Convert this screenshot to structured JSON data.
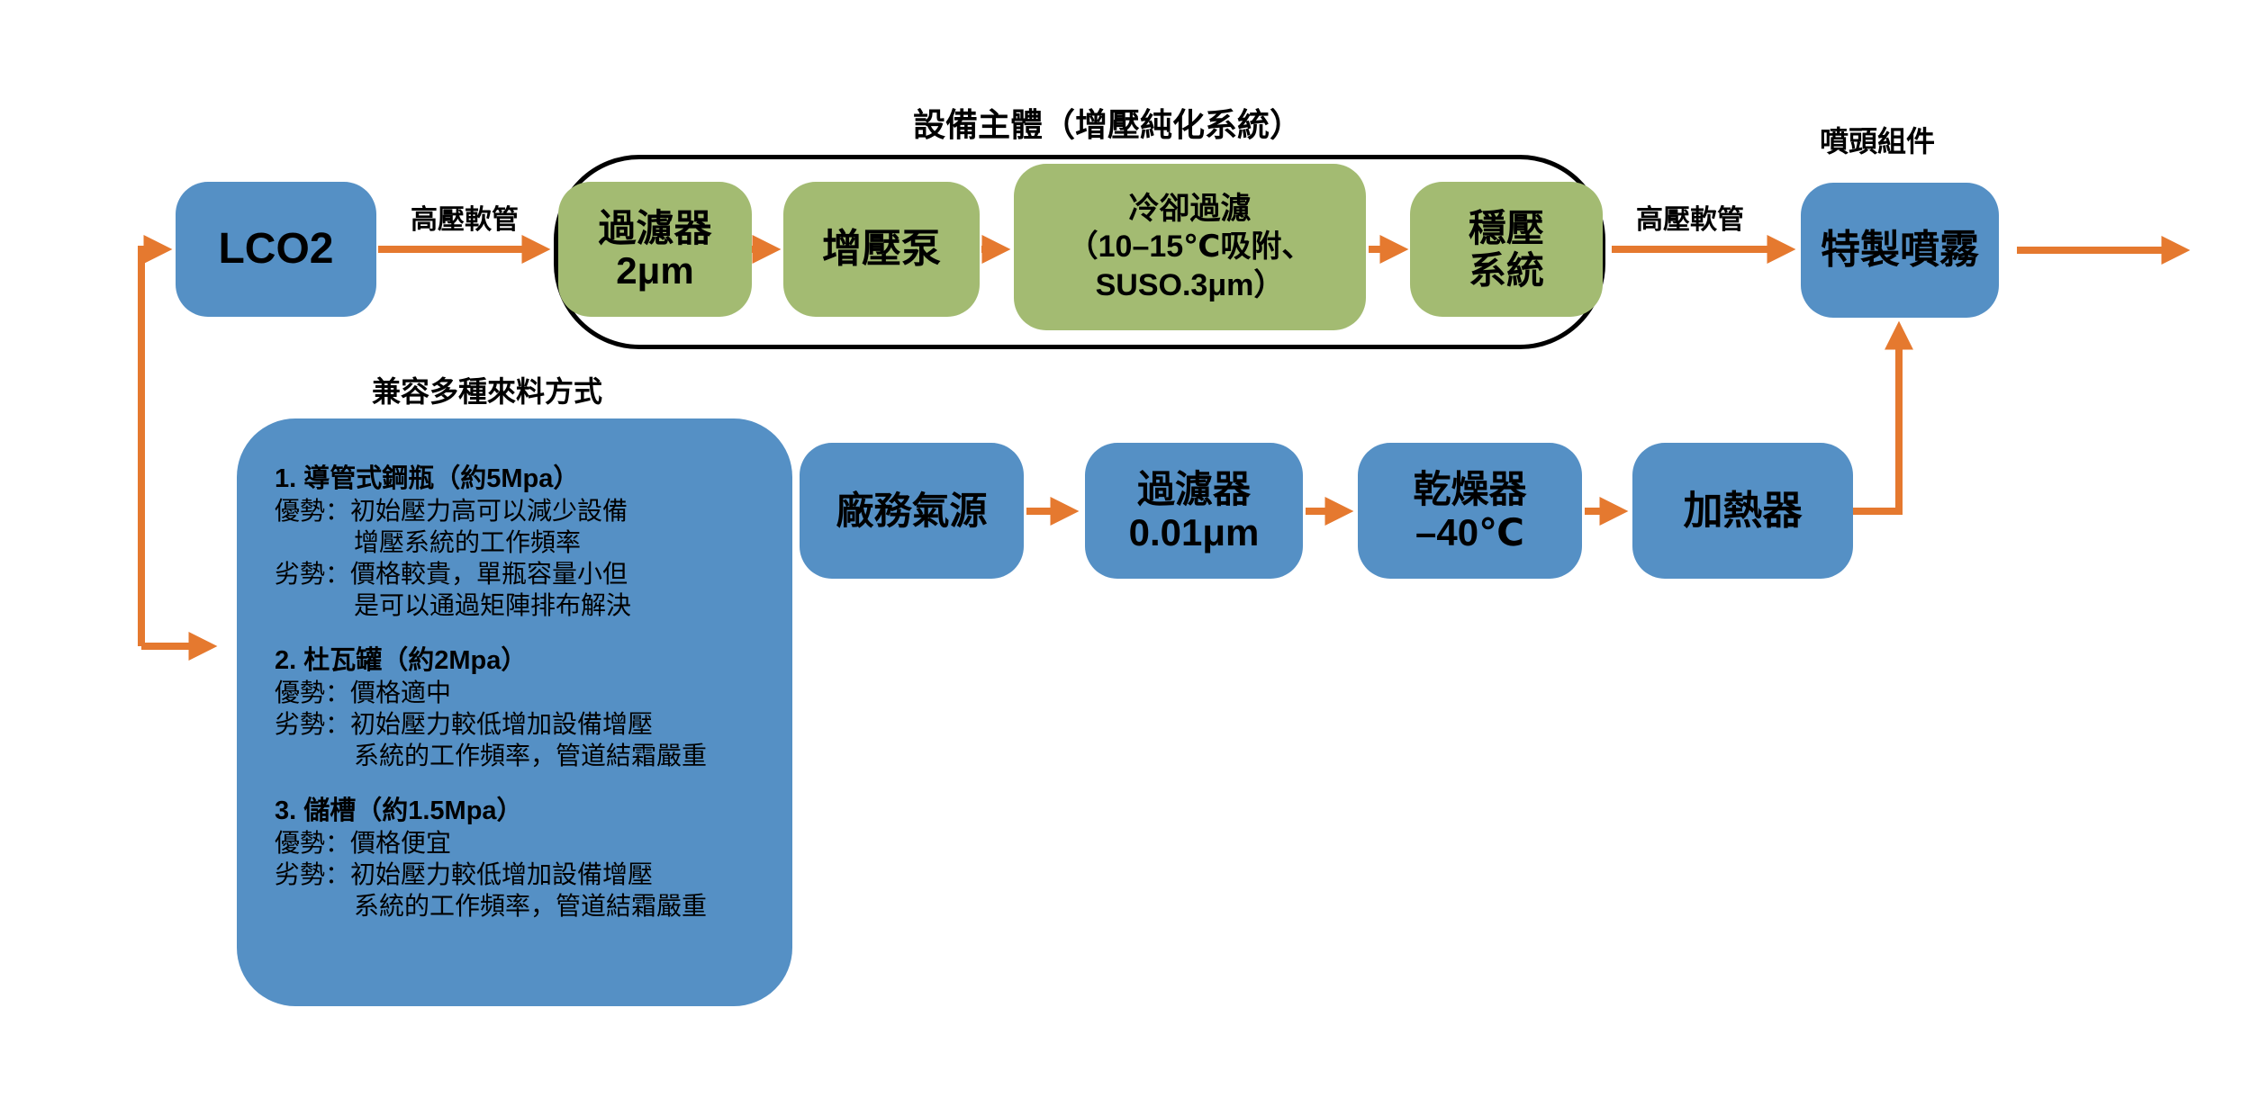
{
  "colors": {
    "blue_box": "#5590C5",
    "green_box": "#A3BB72",
    "arrow_orange": "#E5792F",
    "text": "#000000",
    "background": "#FFFFFF"
  },
  "flow": {
    "lco2": {
      "label": "LCO2"
    },
    "hose_label_left": "高壓軟管",
    "hose_label_right": "高壓軟管",
    "main_system": {
      "title": "設備主體（增壓純化系統）",
      "nodes": [
        {
          "lines": [
            "過濾器",
            "2μm"
          ]
        },
        {
          "lines": [
            "增壓泵"
          ]
        },
        {
          "lines": [
            "冷卻過濾",
            "（10–15℃吸附、",
            "SUSO.3μm）"
          ]
        },
        {
          "lines": [
            "穩壓",
            "系統"
          ]
        }
      ]
    },
    "nozzle": {
      "title": "噴頭組件",
      "label": "特製噴霧"
    },
    "gas_line": {
      "nodes": [
        {
          "lines": [
            "廠務氣源"
          ]
        },
        {
          "lines": [
            "過濾器",
            "0.01μm"
          ]
        },
        {
          "lines": [
            "乾燥器",
            "–40℃"
          ]
        },
        {
          "lines": [
            "加熱器"
          ]
        }
      ]
    },
    "feed_options": {
      "title": "兼容多種來料方式",
      "items": [
        {
          "heading": "1. 導管式鋼瓶（約5Mpa）",
          "lines": [
            "優勢：初始壓力高可以減少設備",
            "增壓系統的工作頻率",
            "劣勢：價格較貴，單瓶容量小但",
            "是可以通過矩陣排布解決"
          ]
        },
        {
          "heading": "2. 杜瓦罐（約2Mpa）",
          "lines": [
            "優勢：價格適中",
            "劣勢：初始壓力較低增加設備增壓",
            "系統的工作頻率，管道結霜嚴重"
          ]
        },
        {
          "heading": "3. 儲槽（約1.5Mpa）",
          "lines": [
            "優勢：價格便宜",
            "劣勢：初始壓力較低增加設備增壓",
            "系統的工作頻率，管道結霜嚴重"
          ]
        }
      ]
    }
  }
}
